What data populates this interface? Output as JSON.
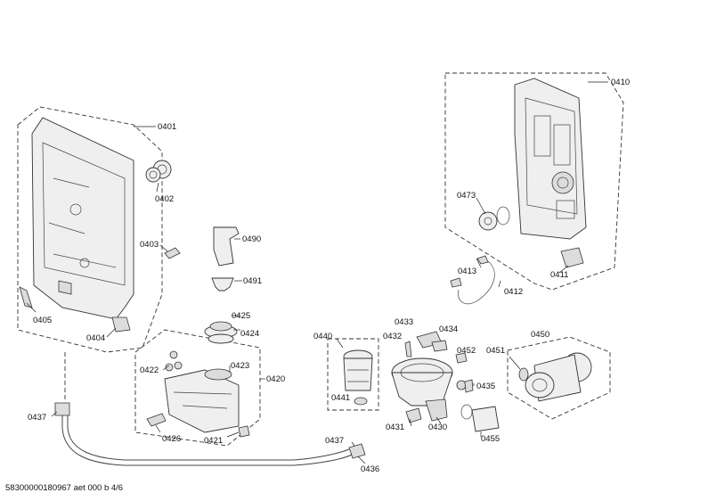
{
  "footer": "58300000180967 aet 000 b 4/6",
  "labels": {
    "l0401": "0401",
    "l0402": "0402",
    "l0403": "0403",
    "l0404": "0404",
    "l0405": "0405",
    "l0410": "0410",
    "l0411": "0411",
    "l0412": "0412",
    "l0413": "0413",
    "l0473": "0473",
    "l0420": "0420",
    "l0421": "0421",
    "l0422": "0422",
    "l0423": "0423",
    "l0424": "0424",
    "l0425": "0425",
    "l0426": "0426",
    "l0430": "0430",
    "l0431": "0431",
    "l0432": "0432",
    "l0433": "0433",
    "l0434": "0434",
    "l0435": "0435",
    "l0436": "0436",
    "l0437a": "0437",
    "l0437b": "0437",
    "l0440": "0440",
    "l0441": "0441",
    "l0450": "0450",
    "l0451": "0451",
    "l0452": "0452",
    "l0455": "0455",
    "l0490": "0490",
    "l0491": "0491"
  }
}
